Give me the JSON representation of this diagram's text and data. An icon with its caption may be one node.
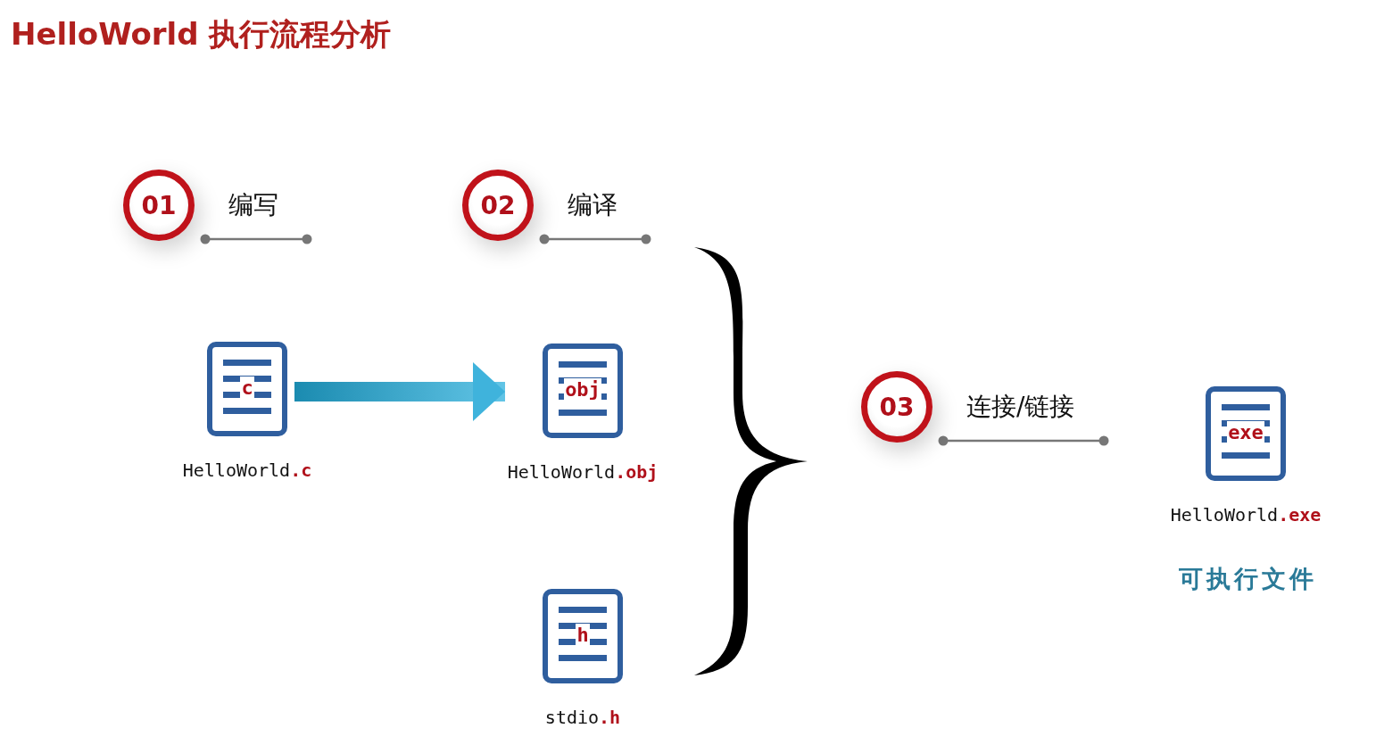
{
  "diagram": {
    "title": "HelloWorld 执行流程分析",
    "nodes": [
      {
        "text": [
          "01"
        ],
        "beside": [
          "编写"
        ]
      },
      {
        "text": [
          "02"
        ],
        "beside": [
          "编译"
        ]
      },
      {
        "text": [
          "03"
        ],
        "beside": [
          "连接/链接"
        ]
      },
      {
        "text": [
          "c"
        ],
        "beside": [
          "HelloWorld**.c**"
        ]
      },
      {
        "text": [
          "obj"
        ],
        "beside": [
          "HelloWorld**.obj**"
        ]
      },
      {
        "text": [
          "h"
        ],
        "beside": [
          "stdio**.h**"
        ]
      },
      {
        "text": [
          "exe"
        ],
        "beside": [
          "HelloWorld**.exe**",
          "可执行文件"
        ]
      },
      {
        "text": [],
        "shape": "brace"
      }
    ],
    "edges": [
      {
        "from": 3,
        "to": 4,
        "arrow": "to",
        "style": "thick",
        "color": "#3fb3dc"
      }
    ]
  }
}
